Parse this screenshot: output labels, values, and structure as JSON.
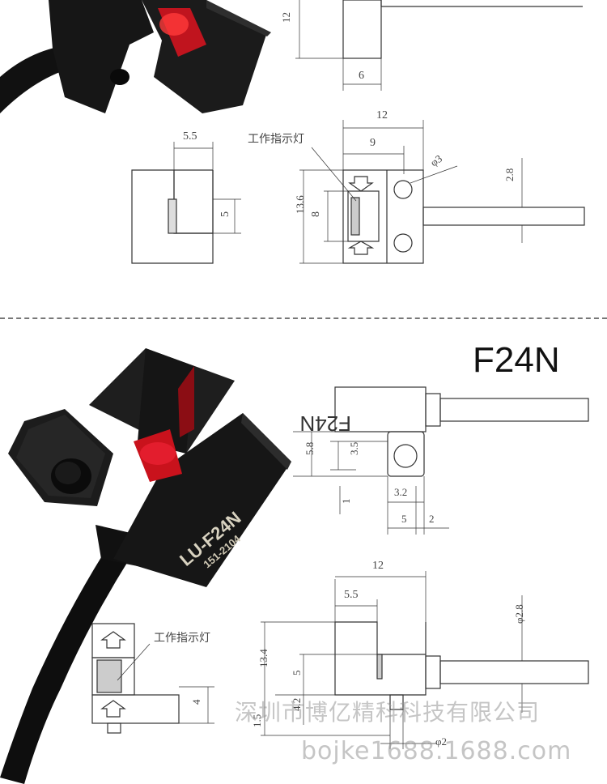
{
  "model_title": "F24N",
  "product_label": {
    "line1": "LU-F24N",
    "line2": "151-2104"
  },
  "top_drawing": {
    "dim_12_side": "12",
    "dim_6": "6",
    "dim_12_top": "12",
    "dim_9": "9",
    "dim_phi3": "φ3",
    "dim_28": "2.8",
    "dim_55": "5.5",
    "dim_5": "5",
    "dim_136": "13.6",
    "dim_8": "8",
    "indicator_label": "工作指示灯"
  },
  "bottom_drawing": {
    "body_text": "F24N",
    "dim_58": "5.8",
    "dim_35": "3.5",
    "dim_1": "1",
    "dim_32": "3.2",
    "dim_5": "5",
    "dim_2": "2",
    "dim_12": "12",
    "dim_55": "5.5",
    "dim_phi28": "φ2.8",
    "dim_134": "13.4",
    "dim_5b": "5",
    "dim_42": "4.2",
    "dim_15": "1.5",
    "dim_phi2": "φ2",
    "dim_4": "4",
    "indicator_label": "工作指示灯"
  },
  "watermark": {
    "company": "深圳市博亿精科科技有限公司",
    "site": "bojke1688.1688.com"
  }
}
